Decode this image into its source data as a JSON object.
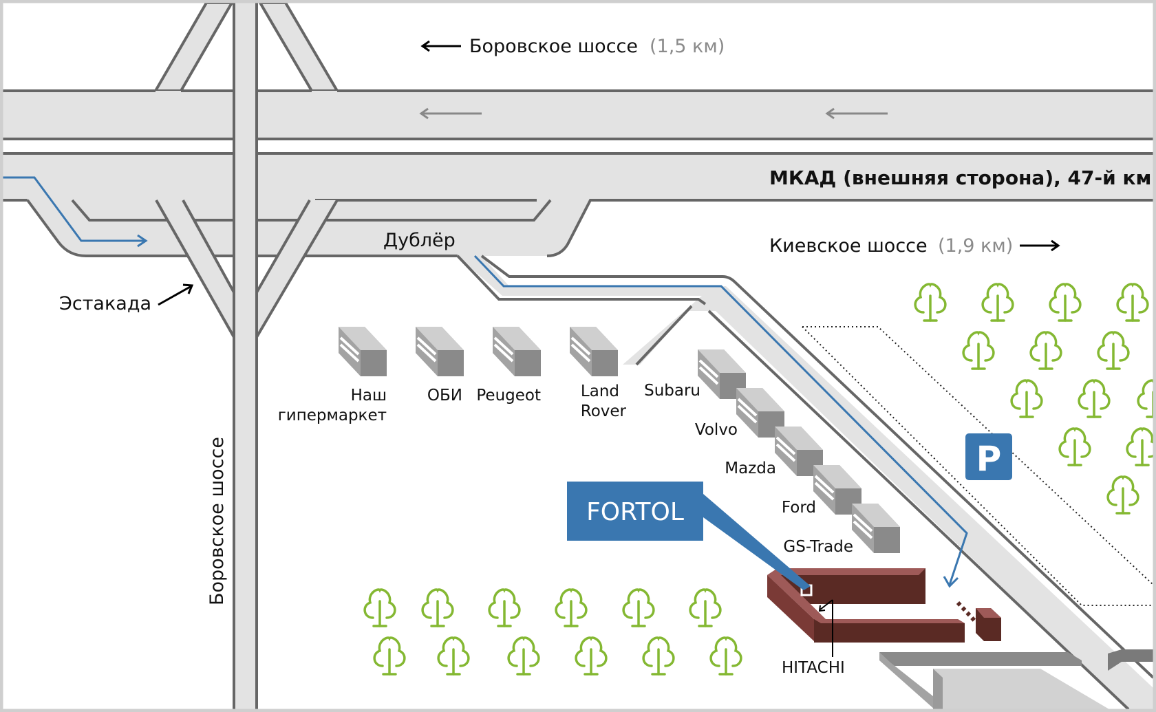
{
  "map": {
    "roads": {
      "borovskoe_top": {
        "name": "Боровское шоссе",
        "distance": "(1,5 км)",
        "direction": "left"
      },
      "mkad": {
        "name": "МКАД (внешняя сторона), 47-й км"
      },
      "kievskoe": {
        "name": "Киевское шоссе",
        "distance": "(1,9 км)",
        "direction": "right"
      },
      "dubler": {
        "name": "Дублёр"
      },
      "estakada": {
        "name": "Эстакада"
      },
      "borovskoe_vertical": {
        "name": "Боровское шоссе"
      }
    },
    "buildings": [
      {
        "name": "Наш",
        "name2": "гипермаркет"
      },
      {
        "name": "ОБИ"
      },
      {
        "name": "Peugeot"
      },
      {
        "name": "Land",
        "name2": "Rover"
      },
      {
        "name": "Subaru"
      },
      {
        "name": "Volvo"
      },
      {
        "name": "Mazda"
      },
      {
        "name": "Ford"
      },
      {
        "name": "GS-Trade"
      }
    ],
    "target": {
      "name": "FORTOL",
      "building": "HITACHI"
    },
    "parking": {
      "label": "P"
    },
    "colors": {
      "road_fill": "#e3e3e3",
      "road_edge": "#666666",
      "route": "#3a77b0",
      "callout": "#3a77b0",
      "tree": "#84b832",
      "target_building": "#5a2a24",
      "target_building_top": "#9e5a58",
      "building_grey": "#8a8a8a"
    }
  }
}
